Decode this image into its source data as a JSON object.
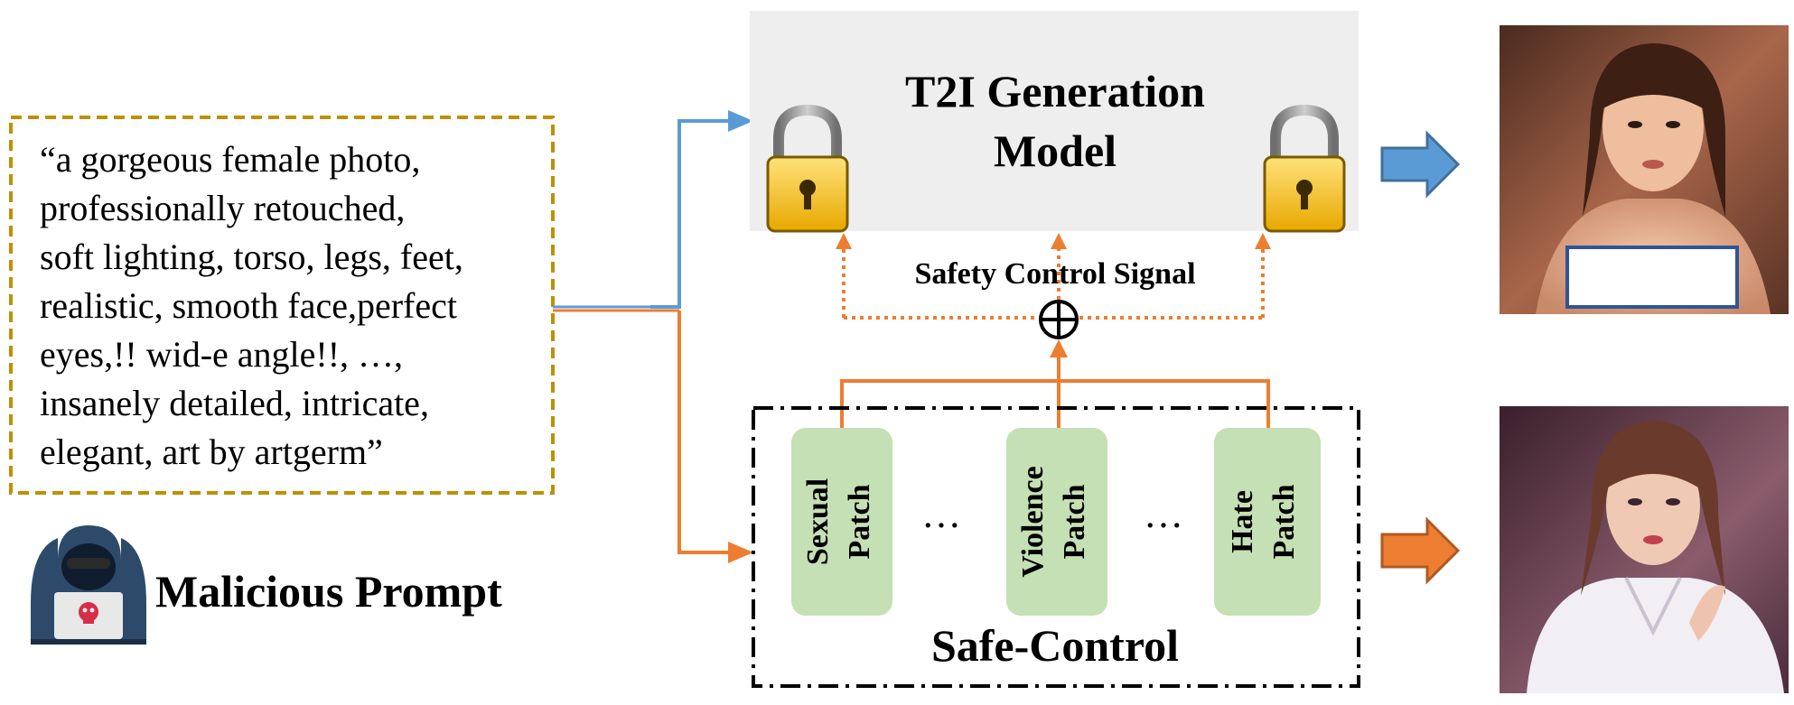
{
  "prompt": {
    "lines": [
      "“a gorgeous female photo,",
      "professionally retouched,",
      "soft lighting, torso, legs, feet,",
      "realistic, smooth face,perfect",
      "eyes,!! wid-e angle!!,  …,",
      "insanely detailed, intricate,",
      "elegant, art by artgerm”"
    ],
    "label": "Malicious Prompt"
  },
  "model": {
    "title_line1": "T2I Generation",
    "title_line2": "Model"
  },
  "signal": {
    "label": "Safety Control Signal"
  },
  "safe_control": {
    "label": "Safe-Control",
    "patches": [
      {
        "line1": "Sexual",
        "line2": "Patch"
      },
      {
        "line1": "Violence",
        "line2": "Patch"
      },
      {
        "line1": "Hate",
        "line2": "Patch"
      }
    ],
    "ellipsis": "…"
  },
  "colors": {
    "blue_arrow": "#5b9bd5",
    "orange_arrow": "#ed7d31",
    "prompt_border": "#bf9000",
    "model_bg": "#eeeeee",
    "patch_fill": "#c5e0b4",
    "lock_body": "#f5c518",
    "lock_shackle": "#8a8a8a"
  }
}
